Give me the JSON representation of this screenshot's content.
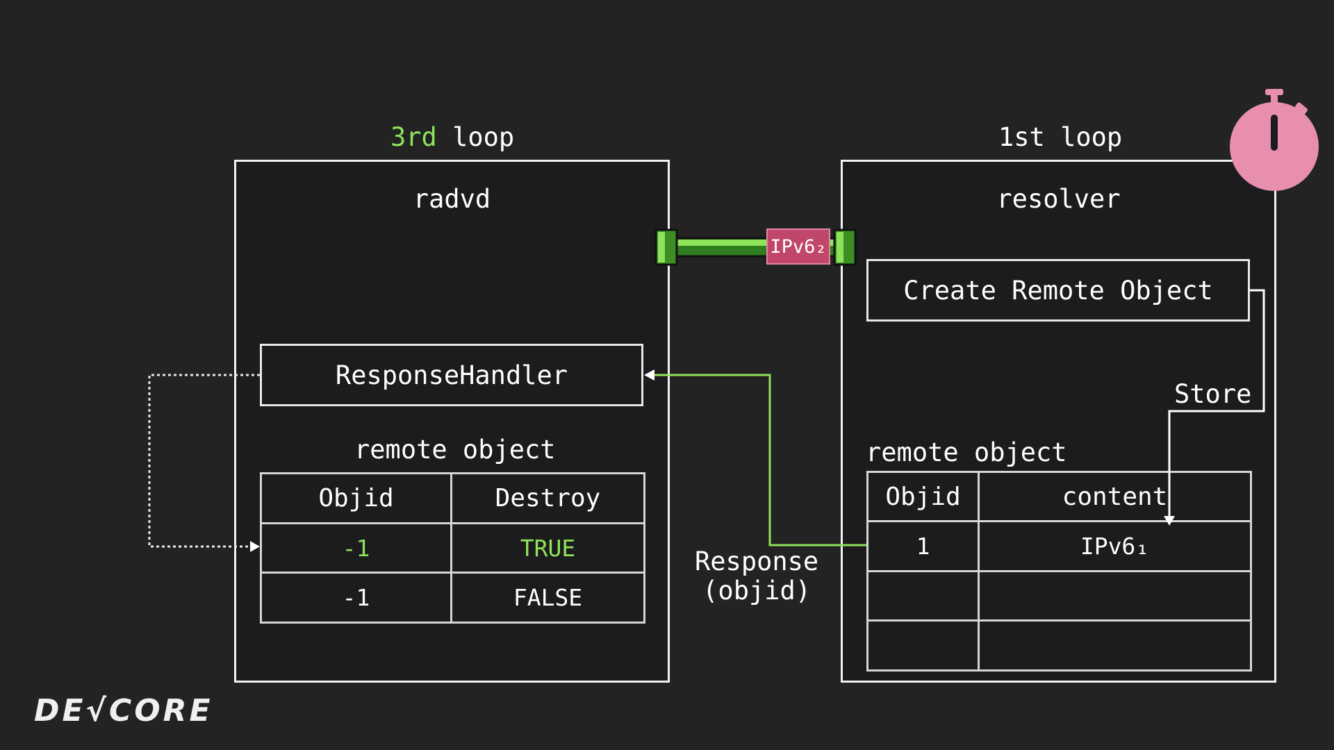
{
  "left": {
    "loop_ordinal": "3rd",
    "loop_word": " loop",
    "title": "radvd",
    "handler": "ResponseHandler",
    "table_caption": "remote object",
    "columns": [
      "Objid",
      "Destroy"
    ],
    "rows": [
      [
        "-1",
        "TRUE"
      ],
      [
        "-1",
        "FALSE"
      ]
    ]
  },
  "right": {
    "loop_label": "1st loop",
    "title": "resolver",
    "create_box": "Create Remote Object",
    "table_caption": "remote object",
    "columns": [
      "Objid",
      "content"
    ],
    "rows": [
      [
        "1",
        "IPv6₁"
      ],
      [
        "",
        ""
      ],
      [
        "",
        ""
      ]
    ]
  },
  "packet_label": "IPv6₂",
  "store_label": "Store",
  "response_line1": "Response",
  "response_line2": "(objid)",
  "logo": "DE√CORE",
  "colors": {
    "background": "#232323",
    "accent_green": "#8fe35a",
    "packet": "#c0466a",
    "timer": "#e88fb0"
  }
}
